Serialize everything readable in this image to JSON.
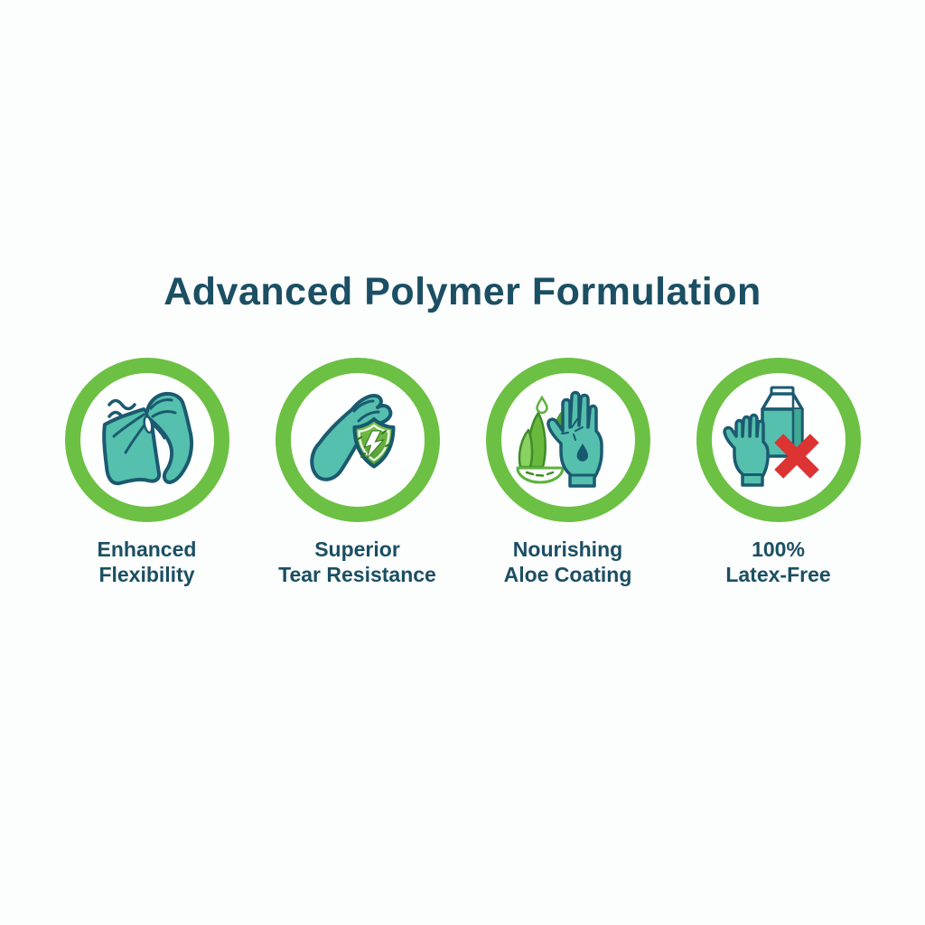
{
  "title": "Advanced Polymer Formulation",
  "features": [
    {
      "icon": "stretch-glove-icon",
      "line1": "Enhanced",
      "line2": "Flexibility"
    },
    {
      "icon": "tear-shield-icon",
      "line1": "Superior",
      "line2": "Tear Resistance"
    },
    {
      "icon": "aloe-coating-icon",
      "line1": "Nourishing",
      "line2": "Aloe Coating"
    },
    {
      "icon": "latex-free-icon",
      "line1": "100%",
      "line2": "Latex-Free"
    }
  ],
  "colors": {
    "background": "#fcfdfd",
    "heading_text": "#1b4f63",
    "ring_green": "#6cc043",
    "glove_teal": "#55c0ad",
    "outline_teal": "#1b5a70",
    "shield_green_top": "#7ec44b",
    "shield_green_bottom": "#4c9c31",
    "aloe_green": "#6ab93f",
    "aloe_light_green": "#8bd162",
    "cross_red": "#dc3333"
  }
}
